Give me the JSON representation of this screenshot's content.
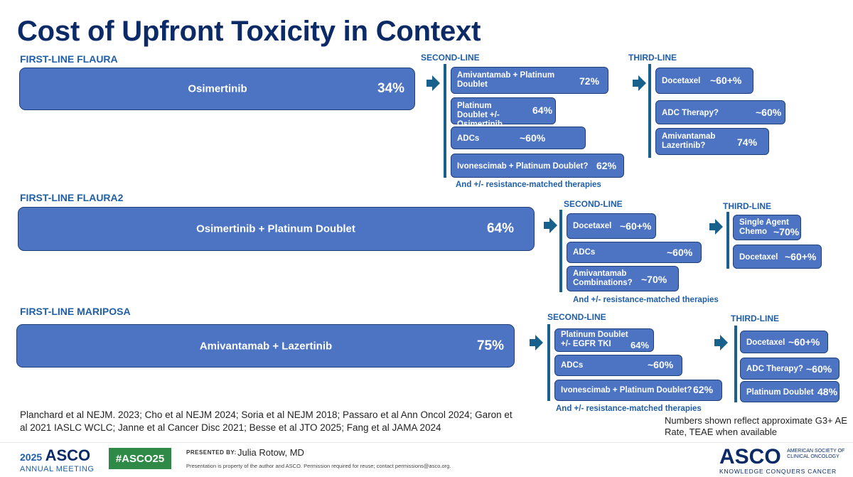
{
  "title": "Cost of Upfront Toxicity in Context",
  "labels": {
    "second_line": "SECOND-LINE",
    "third_line": "THIRD-LINE",
    "resistance_note": "And +/- resistance-matched therapies"
  },
  "sections": [
    {
      "label": "FIRST-LINE FLAURA",
      "therapy": "Osimertinib",
      "rate": "34%",
      "second_line": [
        {
          "name": "Amivantamab + Platinum Doublet",
          "rate": "72%"
        },
        {
          "name": "Platinum Doublet +/- Osimertinib",
          "rate": "64%"
        },
        {
          "name": "ADCs",
          "rate": "~60%"
        },
        {
          "name": "Ivonescimab + Platinum Doublet?",
          "rate": "62%"
        }
      ],
      "third_line": [
        {
          "name": "Docetaxel",
          "rate": "~60+%"
        },
        {
          "name": "ADC Therapy?",
          "rate": "~60%"
        },
        {
          "name": "Amivantamab Lazertinib?",
          "rate": "74%"
        }
      ]
    },
    {
      "label": "FIRST-LINE FLAURA2",
      "therapy": "Osimertinib + Platinum Doublet",
      "rate": "64%",
      "second_line": [
        {
          "name": "Docetaxel",
          "rate": "~60+%"
        },
        {
          "name": "ADCs",
          "rate": "~60%"
        },
        {
          "name": "Amivantamab Combinations?",
          "rate": "~70%"
        }
      ],
      "third_line": [
        {
          "name": "Single Agent Chemo",
          "rate": "~70%"
        },
        {
          "name": "Docetaxel",
          "rate": "~60+%"
        }
      ]
    },
    {
      "label": "FIRST-LINE MARIPOSA",
      "therapy": "Amivantamab + Lazertinib",
      "rate": "75%",
      "second_line": [
        {
          "name": "Platinum Doublet +/- EGFR TKI",
          "rate": "64%"
        },
        {
          "name": "ADCs",
          "rate": "~60%"
        },
        {
          "name": "Ivonescimab + Platinum Doublet?",
          "rate": "62%"
        }
      ],
      "third_line": [
        {
          "name": "Docetaxel",
          "rate": "~60+%"
        },
        {
          "name": "ADC Therapy?",
          "rate": "~60%"
        },
        {
          "name": "Platinum Doublet",
          "rate": "48%"
        }
      ]
    }
  ],
  "references": "Planchard et al NEJM. 2023; Cho et al NEJM 2024; Soria et al NEJM 2018; Passaro et al Ann Oncol 2024; Garon et al 2021 IASLC WCLC; Janne et al Cancer Disc 2021; Besse et al JTO 2025; Fang et al JAMA 2024",
  "footnote": "Numbers shown reflect approximate G3+ AE Rate, TEAE when available",
  "footer": {
    "meeting_year": "2025",
    "meeting_name": "ASCO",
    "meeting_sub": "ANNUAL MEETING",
    "hashtag": "#ASCO25",
    "presented_by": "PRESENTED BY:",
    "presenter": "Julia Rotow, MD",
    "disclaimer": "Presentation is property of the author and ASCO. Permission required for reuse; contact permissions@asco.org.",
    "org_name": "ASCO",
    "org_full": "AMERICAN SOCIETY OF CLINICAL ONCOLOGY",
    "org_tagline": "KNOWLEDGE CONQUERS CANCER"
  }
}
